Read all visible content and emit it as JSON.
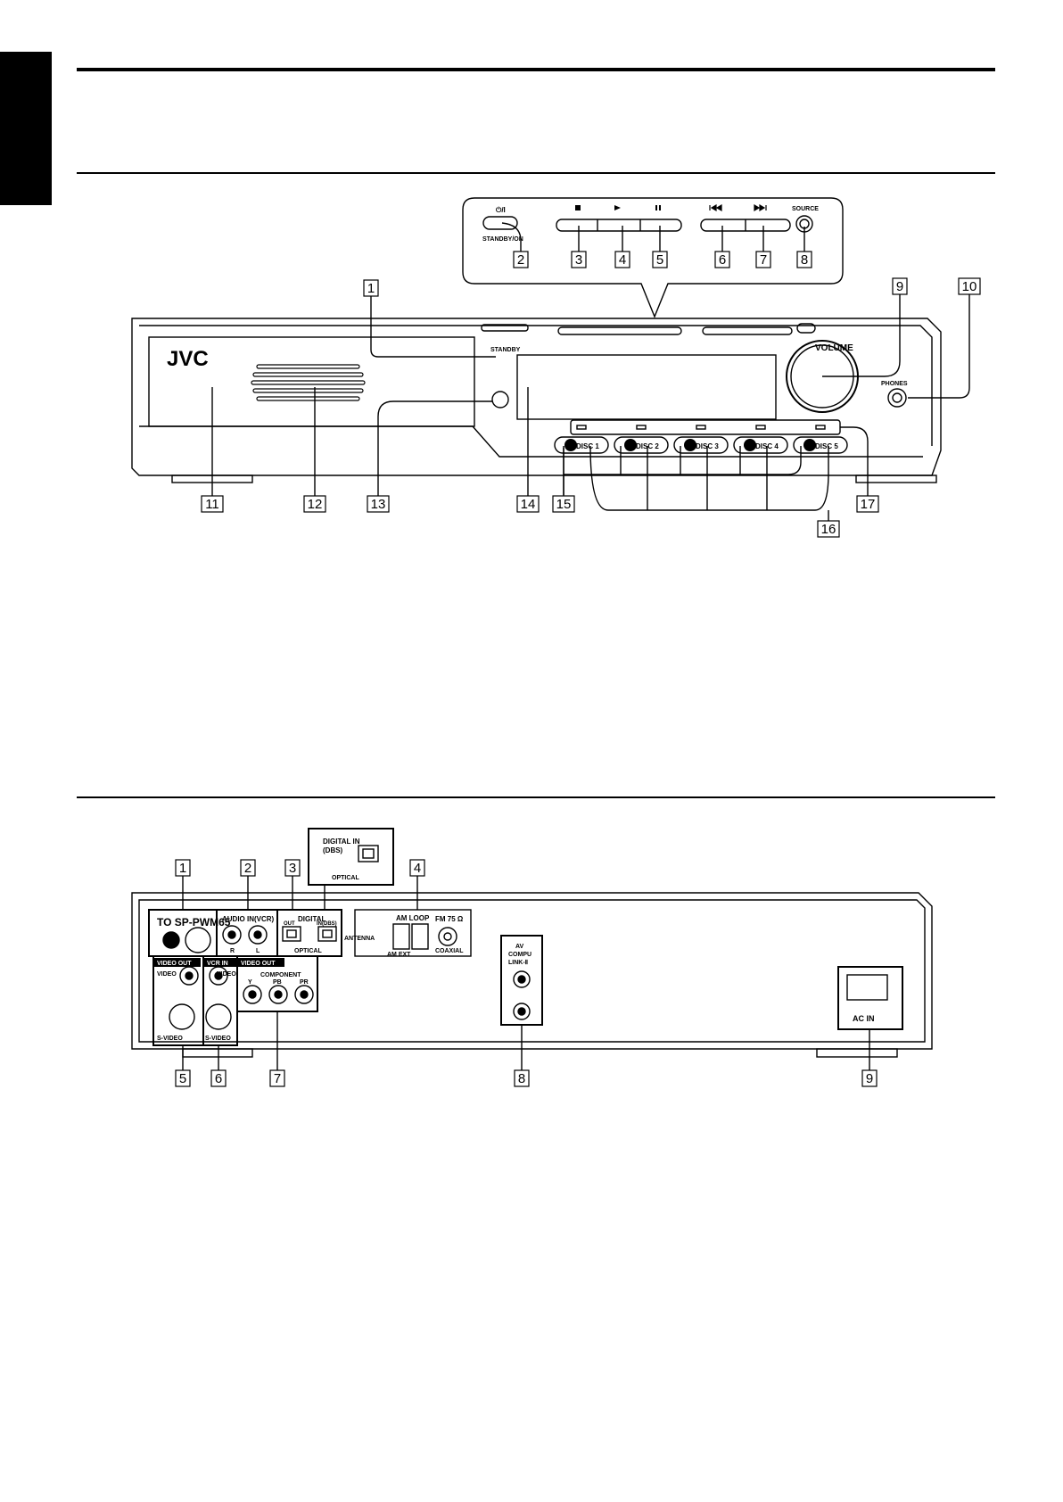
{
  "front": {
    "brand": "JVC",
    "standby_indicator": "STANDBY",
    "volume": "VOLUME",
    "phones": "PHONES",
    "panel_standby_on": "STANDBY/ON",
    "panel_power_symbol": "⏻/I",
    "panel_source": "SOURCE",
    "discs": [
      "DISC 1",
      "DISC 2",
      "DISC 3",
      "DISC 4",
      "DISC 5"
    ],
    "callouts": [
      "1",
      "2",
      "3",
      "4",
      "5",
      "6",
      "7",
      "8",
      "9",
      "10",
      "11",
      "12",
      "13",
      "14",
      "15",
      "16",
      "17"
    ]
  },
  "rear": {
    "to_subwoofer": "TO SP-PWM65",
    "audio_in": "AUDIO  IN(VCR)",
    "audio_r": "R",
    "audio_l": "L",
    "digital": "DIGITAL",
    "digital_out": "OUT",
    "digital_in": "IN(DBS)",
    "optical": "OPTICAL",
    "inset_digital_in": "DIGITAL  IN",
    "inset_dbs": "(DBS)",
    "inset_optical": "OPTICAL",
    "antenna": "ANTENNA",
    "am_loop": "AM LOOP",
    "fm": "FM  75 Ω",
    "am_ext": "AM EXT",
    "coaxial": "COAXIAL",
    "video_out_1": "VIDEO OUT",
    "video_1": "VIDEO",
    "svideo_1": "S-VIDEO",
    "vcr_in": "VCR IN",
    "video_2": "VIDEO",
    "svideo_2": "S-VIDEO",
    "video_out_2": "VIDEO OUT",
    "component": "COMPONENT",
    "comp_y": "Y",
    "comp_pb": "PB",
    "comp_pr": "PR",
    "av_compu": "AV",
    "compu": "COMPU",
    "link": "LINK-Ⅱ",
    "ac_in": "AC IN",
    "callouts": [
      "1",
      "2",
      "3",
      "4",
      "5",
      "6",
      "7",
      "8",
      "9"
    ]
  }
}
